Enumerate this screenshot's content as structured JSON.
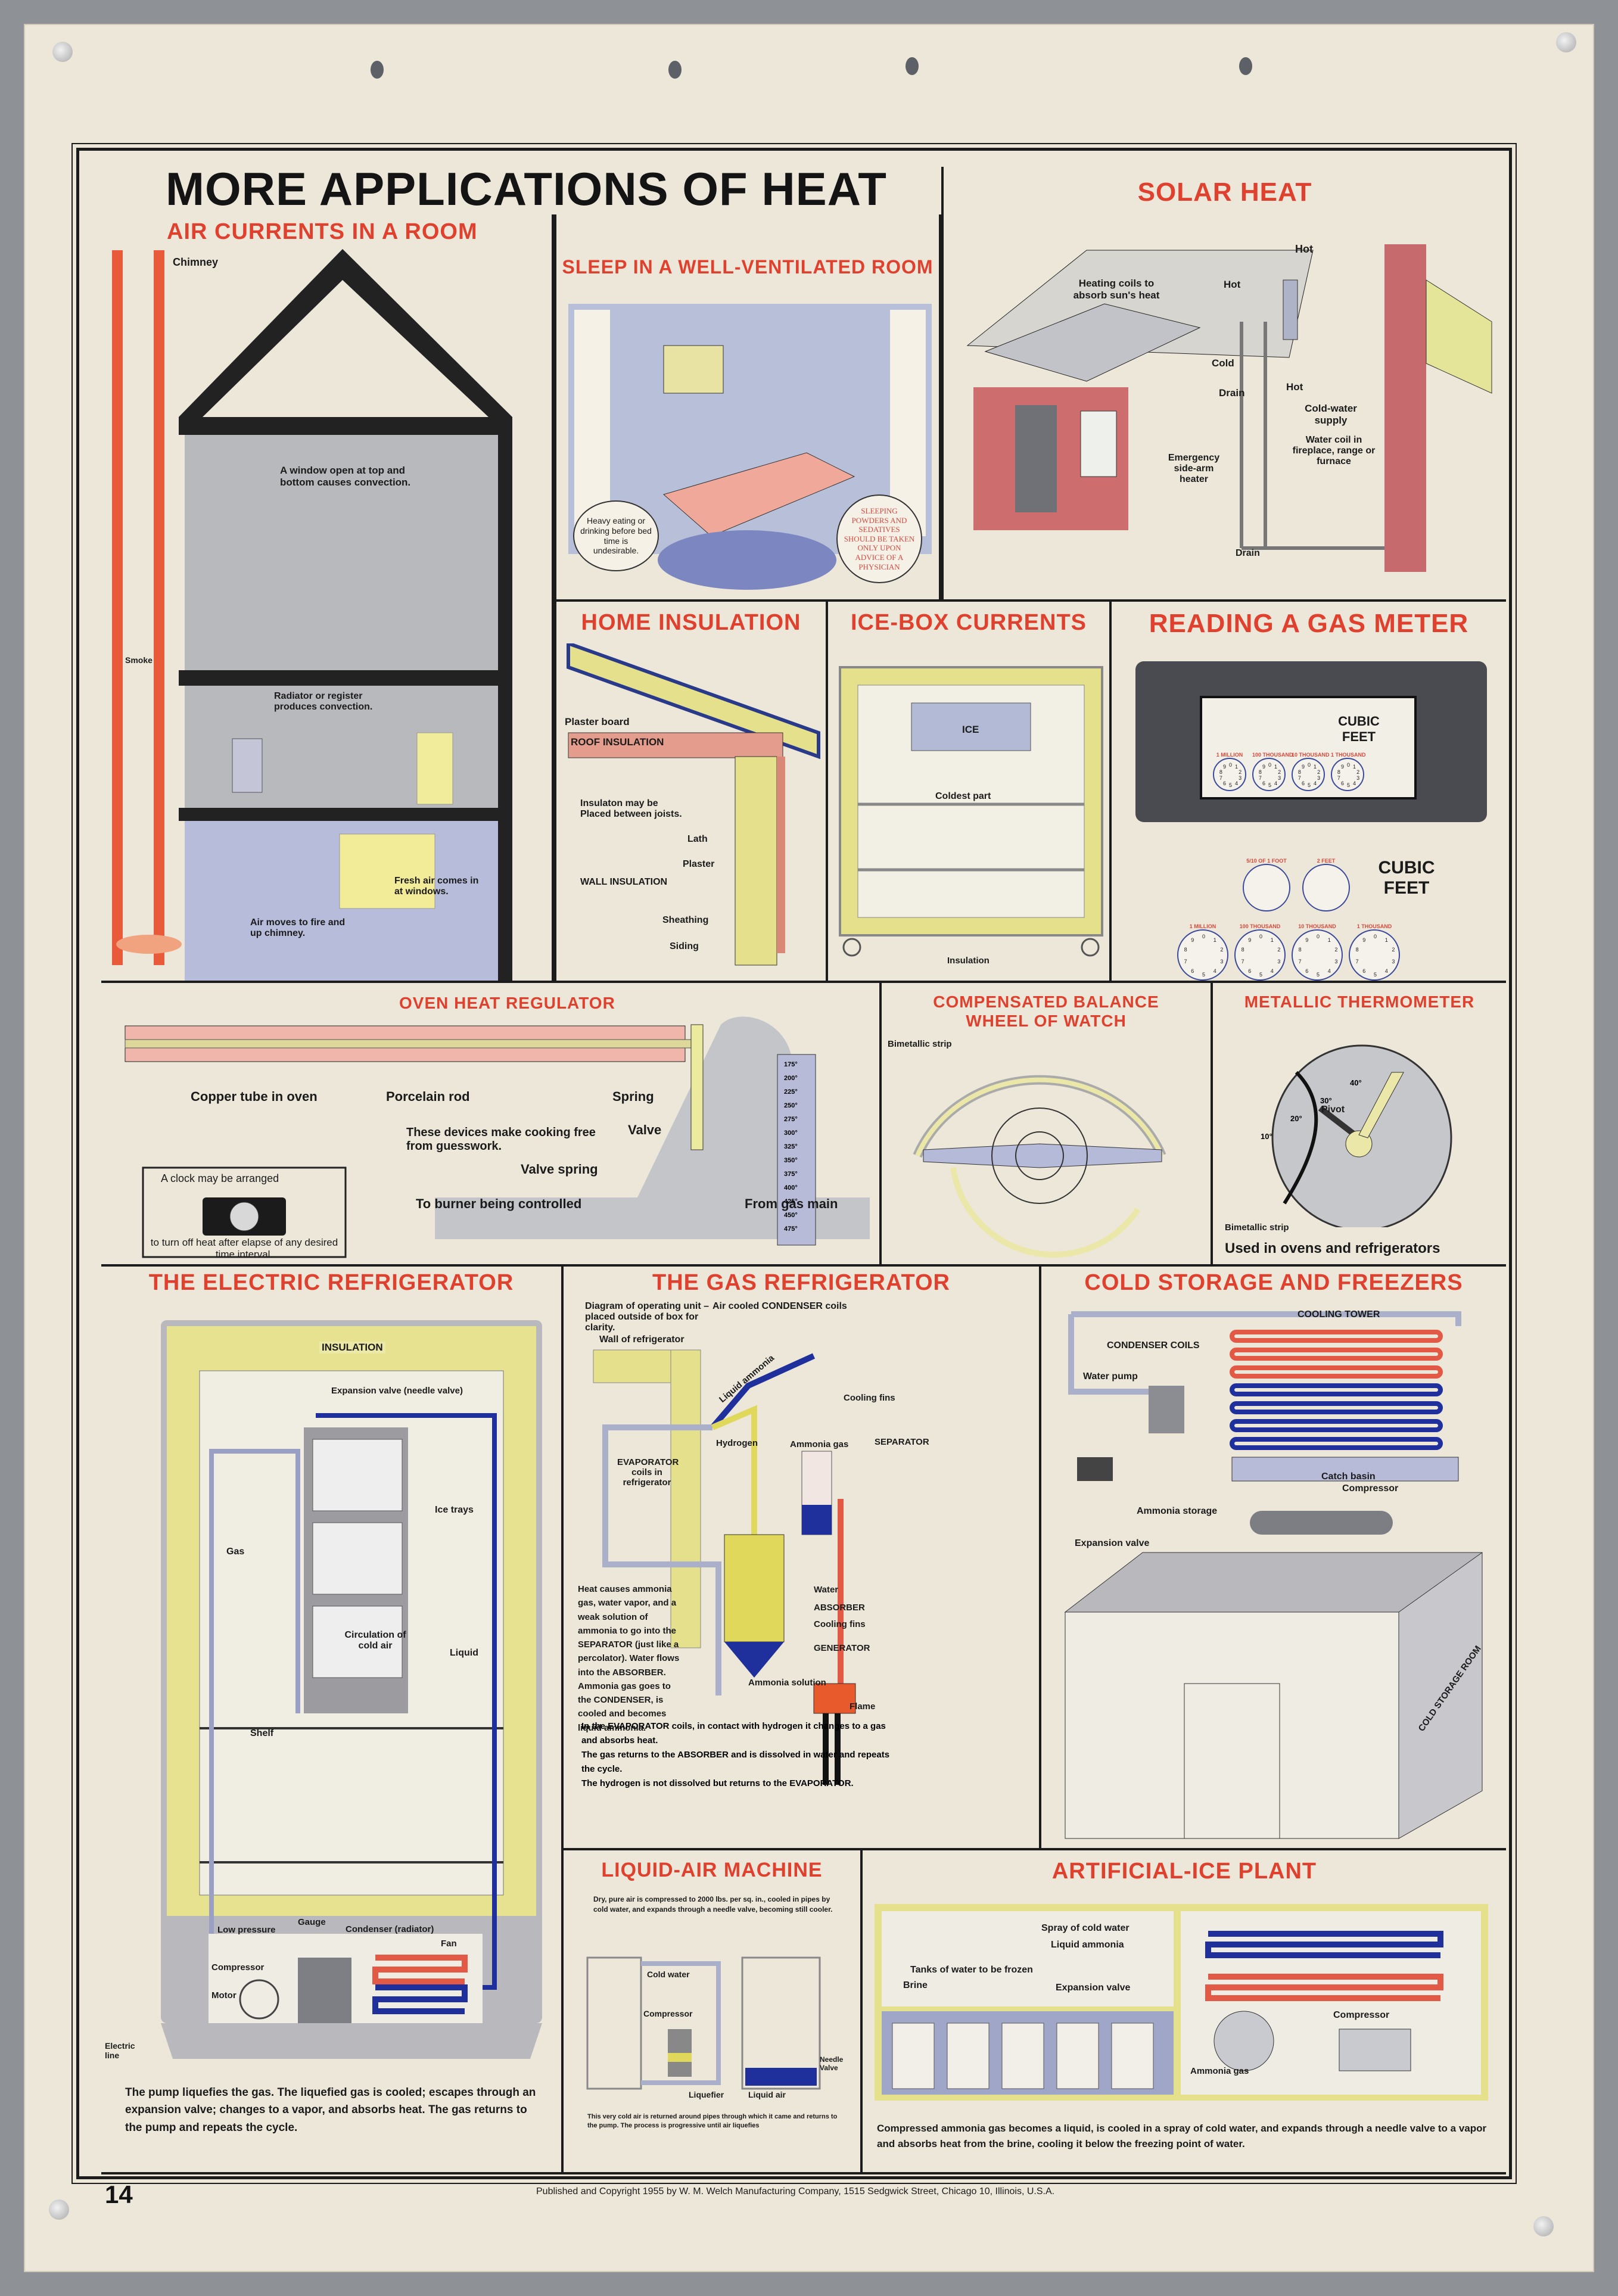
{
  "poster": {
    "title": "MORE APPLICATIONS OF HEAT",
    "page_number": "14",
    "copyright": "Published and Copyright 1955 by W. M. Welch Manufacturing Company, 1515 Sedgwick Street, Chicago 10, Illinois, U.S.A.",
    "colors": {
      "paper": "#ece7d9",
      "title_red": "#e0412f",
      "ink": "#1b1b1b",
      "insulation_yellow": "#e8e48a",
      "pipe_blue": "#1f2f9c",
      "pipe_red": "#e25a45",
      "wall_gray": "#b9b9bd"
    }
  },
  "panels": {
    "air_currents": {
      "title": "AIR CURRENTS IN A ROOM",
      "labels": {
        "chimney": "Chimney",
        "smoke": "Smoke",
        "window_note": "A window open at top and bottom causes convection.",
        "radiator_note": "Radiator or register produces convection.",
        "fresh_air": "Fresh air comes in at windows.",
        "air_moves": "Air moves to fire and up chimney."
      }
    },
    "sleep": {
      "title": "SLEEP IN A WELL-VENTILATED ROOM",
      "bubble_left": "Heavy eating or drinking before bed time is undesirable.",
      "bubble_right": "SLEEPING POWDERS AND SEDATIVES SHOULD BE TAKEN ONLY UPON ADVICE OF A PHYSICIAN"
    },
    "solar": {
      "title": "SOLAR HEAT",
      "labels": [
        "Hot",
        "Heating coils to absorb sun's heat",
        "Hot",
        "Cold",
        "Drain",
        "Hot",
        "Cold-water supply",
        "Water coil in fireplace, range or furnace",
        "Emergency side-arm heater",
        "Drain"
      ]
    },
    "home_insulation": {
      "title": "HOME INSULATION",
      "labels": [
        "Plaster board",
        "ROOF INSULATION",
        "Insulaton may be Placed between joists.",
        "Lath",
        "Plaster",
        "WALL INSULATION",
        "Sheathing",
        "Siding"
      ]
    },
    "icebox": {
      "title": "ICE-BOX CURRENTS",
      "labels": {
        "ice": "ICE",
        "coldest": "Coldest part",
        "insulation": "Insulation"
      }
    },
    "gas_meter": {
      "title": "READING A GAS METER",
      "unit_label": "CUBIC FEET",
      "small_dials": [
        "5/10 OF 1 FOOT",
        "2 FEET"
      ],
      "dials": [
        "1 MILLION",
        "100 THOUSAND",
        "10 THOUSAND",
        "1 THOUSAND"
      ],
      "dial_digits": [
        "0",
        "1",
        "2",
        "3",
        "4",
        "5",
        "6",
        "7",
        "8",
        "9"
      ]
    },
    "oven": {
      "title": "OVEN HEAT REGULATOR",
      "labels": {
        "copper": "Copper tube in oven",
        "rod": "Porcelain rod",
        "spring": "Spring",
        "valve": "Valve",
        "valve_spring": "Valve spring",
        "burner": "To burner being controlled",
        "gas_main": "From gas main",
        "devices": "These devices make cooking free from guesswork."
      },
      "clock_top": "A clock may be arranged",
      "clock_bottom": "to turn off heat after elapse of any desired time interval.",
      "scale": [
        "175°",
        "200°",
        "225°",
        "250°",
        "275°",
        "300°",
        "325°",
        "350°",
        "375°",
        "400°",
        "425°",
        "450°",
        "475°"
      ]
    },
    "balance_wheel": {
      "title_line1": "COMPENSATED BALANCE",
      "title_line2": "WHEEL OF WATCH",
      "label": "Bimetallic strip"
    },
    "thermometer": {
      "title": "METALLIC THERMOMETER",
      "labels": {
        "pivot": "Pivot",
        "strip": "Bimetallic strip"
      },
      "scale": [
        "10°",
        "20°",
        "30°",
        "40°"
      ],
      "caption": "Used in ovens and refrigerators"
    },
    "electric_fridge": {
      "title": "THE ELECTRIC REFRIGERATOR",
      "labels": {
        "insulation": "INSULATION",
        "expansion": "Expansion valve (needle valve)",
        "ice_trays": "Ice trays",
        "gas": "Gas",
        "circulation": "Circulation of cold air",
        "liquid": "Liquid",
        "shelf": "Shelf",
        "low_pressure": "Low pressure",
        "gauge": "Gauge",
        "condenser": "Condenser (radiator)",
        "fan": "Fan",
        "compressor": "Compressor",
        "motor": "Motor",
        "electric_line": "Electric line"
      },
      "caption": "The pump liquefies the gas. The liquefied gas is cooled; escapes through an expansion valve; changes to a vapor, and absorbs heat. The gas returns to the pump and repeats the cycle."
    },
    "gas_fridge": {
      "title": "THE GAS REFRIGERATOR",
      "subtitle": "Diagram of operating unit – placed outside of box for clarity.",
      "labels": {
        "condenser": "Air cooled CONDENSER coils",
        "wall": "Wall of refrigerator",
        "liquid_ammonia": "Liquid ammonia",
        "cooling_fins": "Cooling fins",
        "hydrogen": "Hydrogen",
        "ammonia_gas": "Ammonia gas",
        "separator": "SEPARATOR",
        "evaporator": "EVAPORATOR coils in refrigerator",
        "water": "Water",
        "absorber": "ABSORBER",
        "cooling_fins2": "Cooling fins",
        "generator": "GENERATOR",
        "solution": "Ammonia solution",
        "flame": "Flame"
      },
      "side_text": "Heat causes ammonia gas, water vapor, and a weak solution of ammonia to go into the SEPARATOR (just like a percolator). Water flows into the ABSORBER. Ammonia gas goes to the CONDENSER, is cooled and becomes liquid ammonia.",
      "bottom_text": [
        "In the EVAPORATOR coils, in contact with hydrogen it changes to a gas and absorbs heat.",
        "The gas returns to the ABSORBER and is dissolved in water and repeats the cycle.",
        "The hydrogen is not dissolved but returns to the EVAPORATOR."
      ]
    },
    "cold_storage": {
      "title": "COLD STORAGE AND FREEZERS",
      "labels": {
        "tower": "COOLING TOWER",
        "condenser": "CONDENSER COILS",
        "pump": "Water pump",
        "basin": "Catch basin",
        "compressor": "Compressor",
        "storage": "Ammonia storage",
        "expansion": "Expansion valve",
        "room": "COLD STORAGE ROOM"
      }
    },
    "liquid_air": {
      "title": "LIQUID-AIR MACHINE",
      "intro": "Dry, pure air is compressed to 2000 lbs. per sq. in., cooled in pipes by cold water, and expands through a needle valve, becoming still cooler.",
      "labels": {
        "cold_water": "Cold water",
        "compressor": "Compressor",
        "liquefier": "Liquefier",
        "liquid_air": "Liquid air",
        "needle": "Needle Valve"
      },
      "outro": "This very cold air is returned around pipes through which it came and returns to the pump. The process is progressive until air liquefies"
    },
    "ice_plant": {
      "title": "ARTIFICIAL-ICE PLANT",
      "labels": {
        "spray": "Spray of cold water",
        "liquid_ammonia": "Liquid ammonia",
        "tanks": "Tanks of water to be frozen",
        "brine": "Brine",
        "expansion": "Expansion valve",
        "compressor": "Compressor",
        "ammonia_gas": "Ammonia gas"
      },
      "caption": "Compressed ammonia gas becomes a liquid, is cooled in a spray of cold water, and expands through a needle valve to a vapor and absorbs heat from the brine, cooling it below the freezing point of water."
    }
  }
}
